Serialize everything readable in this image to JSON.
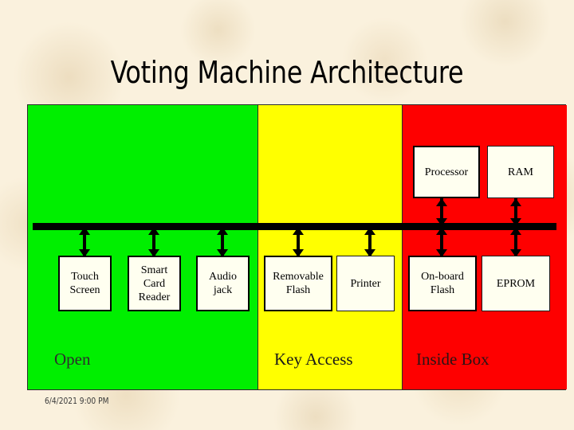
{
  "slide": {
    "title": "Voting Machine Architecture",
    "date": "6/4/2021 9:00 PM",
    "background_color": "#faf1dd"
  },
  "diagram": {
    "bus": {
      "name": "system bus",
      "color": "#000000"
    },
    "zones": [
      {
        "id": "open",
        "caption": "Open",
        "color": "#00ef00",
        "caption_color": "#2d2d2d"
      },
      {
        "id": "key",
        "caption": "Key Access",
        "color": "#ffff00",
        "caption_color": "#1a1a1a"
      },
      {
        "id": "inside",
        "caption": "Inside Box",
        "color": "#fe0000",
        "caption_color": "#2a1414"
      }
    ],
    "upper_components": [
      {
        "id": "processor",
        "label": "Processor",
        "zone": "inside"
      },
      {
        "id": "ram",
        "label": "RAM",
        "zone": "inside"
      }
    ],
    "lower_components": [
      {
        "id": "touch-screen",
        "label": "Touch Screen",
        "zone": "open"
      },
      {
        "id": "smart-card-reader",
        "label": "Smart Card Reader",
        "zone": "open"
      },
      {
        "id": "audio-jack",
        "label": "Audio jack",
        "zone": "open"
      },
      {
        "id": "removable-flash",
        "label": "Removable Flash",
        "zone": "key"
      },
      {
        "id": "printer",
        "label": "Printer",
        "zone": "key"
      },
      {
        "id": "on-board-flash",
        "label": "On-board Flash",
        "zone": "inside"
      },
      {
        "id": "eprom",
        "label": "EPROM",
        "zone": "inside"
      }
    ]
  }
}
